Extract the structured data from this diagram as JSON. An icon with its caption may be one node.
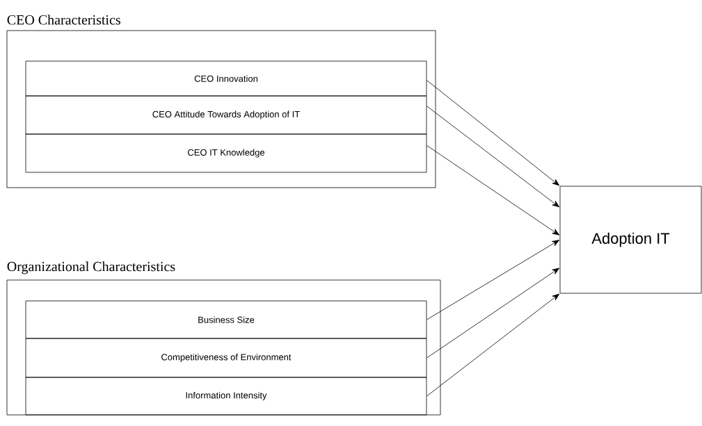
{
  "diagram": {
    "nodes": [
      {
        "text": [
          "CEO Characteristics"
        ]
      },
      {
        "text": [
          "CEO Innovation"
        ],
        "in": 0
      },
      {
        "text": [
          "CEO Attitude Towards Adoption of IT"
        ],
        "in": 0
      },
      {
        "text": [
          "CEO IT Knowledge"
        ],
        "in": 0
      },
      {
        "text": [
          "Organizational Characteristics"
        ]
      },
      {
        "text": [
          "Business Size"
        ],
        "in": 4
      },
      {
        "text": [
          "Competitiveness of Environment"
        ],
        "in": 4
      },
      {
        "text": [
          "Information Intensity"
        ],
        "in": 4
      },
      {
        "text": [
          "Adoption IT"
        ]
      }
    ],
    "edges": [
      {
        "from": 1,
        "to": 8,
        "arrow": "to"
      },
      {
        "from": 2,
        "to": 8,
        "arrow": "to"
      },
      {
        "from": 3,
        "to": 8,
        "arrow": "to"
      },
      {
        "from": 5,
        "to": 8,
        "arrow": "to"
      },
      {
        "from": 6,
        "to": 8,
        "arrow": "to"
      },
      {
        "from": 7,
        "to": 8,
        "arrow": "to"
      }
    ]
  }
}
